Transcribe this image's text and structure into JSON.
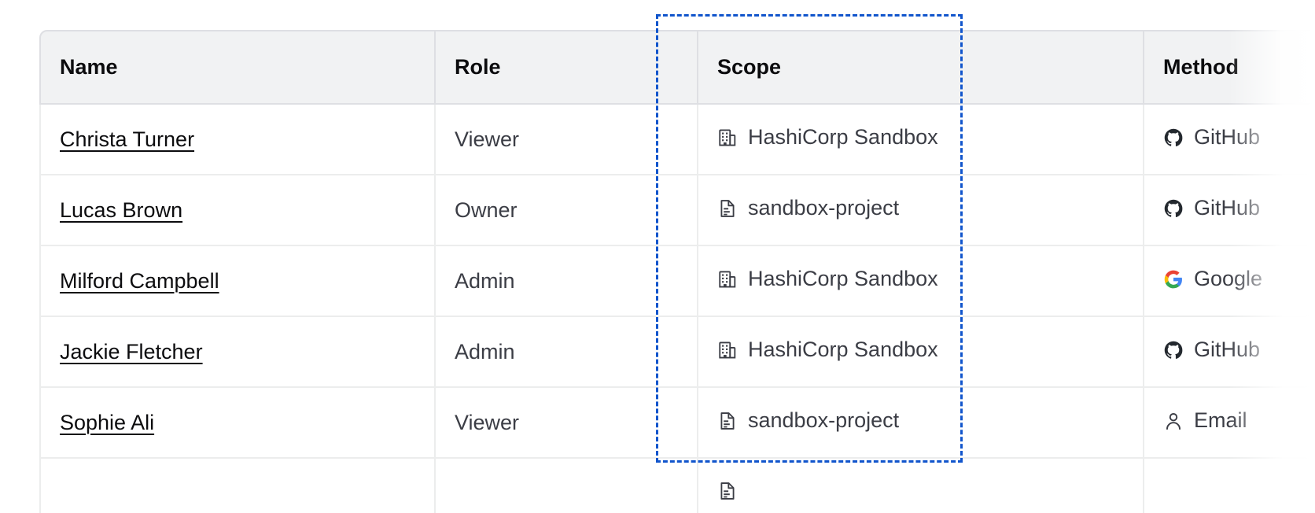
{
  "theme": {
    "accent_selection": "#1155cc",
    "header_bg": "#f1f2f3",
    "header_text": "#0c0c0e",
    "body_text": "#3b3d45",
    "link_text": "#0c0c0e",
    "row_border": "#eceded",
    "header_border": "#dedfe3",
    "page_bg": "#ffffff",
    "google_blue": "#4285f4",
    "google_red": "#ea4335",
    "google_yellow": "#fbbc05",
    "google_green": "#34a853",
    "github_black": "#24292f"
  },
  "table": {
    "columns": [
      {
        "key": "name",
        "label": "Name"
      },
      {
        "key": "role",
        "label": "Role"
      },
      {
        "key": "scope",
        "label": "Scope"
      },
      {
        "key": "method",
        "label": "Method"
      }
    ],
    "rows": [
      {
        "name": "Christa Turner",
        "role": "Viewer",
        "scope": "HashiCorp Sandbox",
        "scope_icon": "org-building-icon",
        "method": "GitHub",
        "method_icon": "github-icon"
      },
      {
        "name": "Lucas Brown",
        "role": "Owner",
        "scope": "sandbox-project",
        "scope_icon": "project-document-icon",
        "method": "GitHub",
        "method_icon": "github-icon"
      },
      {
        "name": "Milford Campbell",
        "role": "Admin",
        "scope": "HashiCorp Sandbox",
        "scope_icon": "org-building-icon",
        "method": "Google",
        "method_icon": "google-icon"
      },
      {
        "name": "Jackie Fletcher",
        "role": "Admin",
        "scope": "HashiCorp Sandbox",
        "scope_icon": "org-building-icon",
        "method": "GitHub",
        "method_icon": "github-icon"
      },
      {
        "name": "Sophie Ali",
        "role": "Viewer",
        "scope": "sandbox-project",
        "scope_icon": "project-document-icon",
        "method": "Email",
        "method_icon": "user-person-icon"
      },
      {
        "name": "",
        "role": "",
        "scope": "",
        "scope_icon": "project-document-icon",
        "method": "",
        "method_icon": ""
      }
    ]
  },
  "selection": {
    "target_column": "Scope",
    "style": "dashed-highlight"
  }
}
